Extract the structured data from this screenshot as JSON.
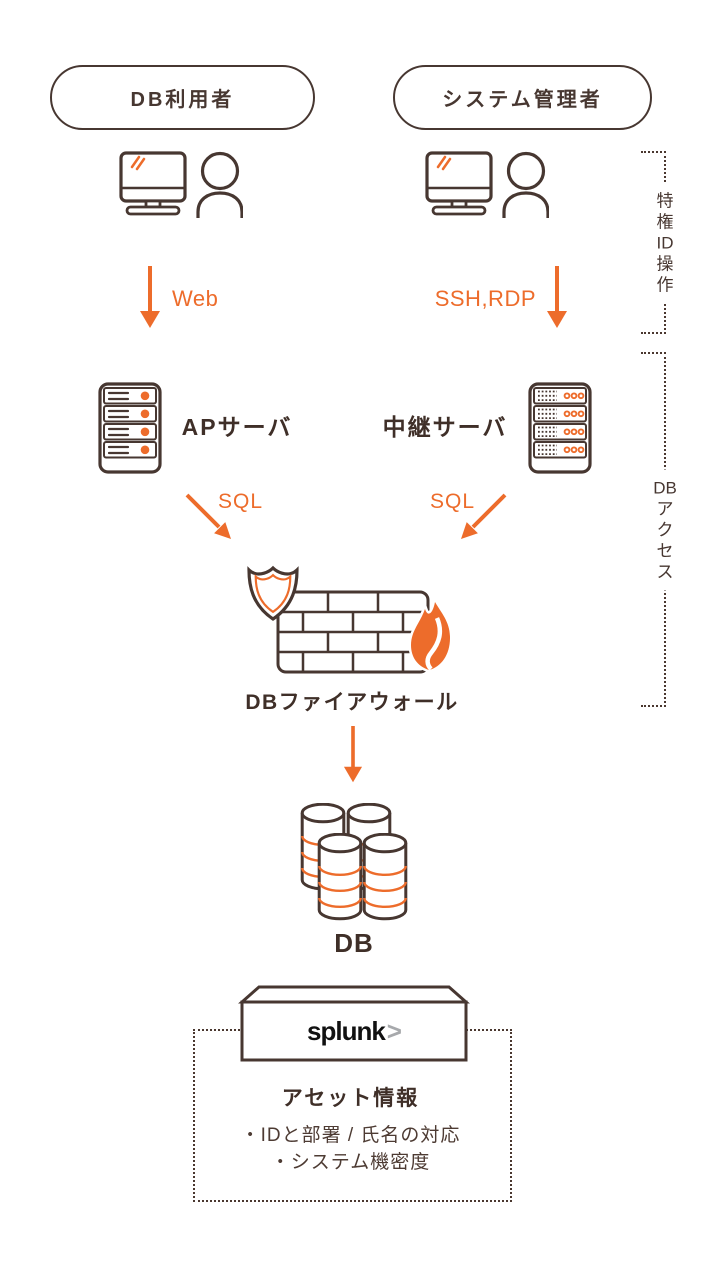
{
  "colors": {
    "line_brown": "#473731",
    "accent_orange": "#ed6c2b",
    "splunk_black": "#111111",
    "splunk_gray": "#a7a9ac"
  },
  "actors": {
    "left": "DB利用者",
    "right": "システム管理者"
  },
  "arrows": {
    "web": "Web",
    "ssh_rdp": "SSH,RDP",
    "sql_left": "SQL",
    "sql_right": "SQL"
  },
  "servers": {
    "ap": "APサーバ",
    "relay": "中継サーバ"
  },
  "firewall": {
    "label": "DBファイアウォール"
  },
  "db": {
    "label": "DB"
  },
  "splunk": {
    "word": "splunk",
    "chevron": ">"
  },
  "asset_box": {
    "title": "アセット情報",
    "items": [
      "・IDと部署 / 氏名の対応",
      "・システム機密度"
    ]
  },
  "side_brackets": {
    "privileged": {
      "label": "特権ID操作",
      "chars": [
        "特",
        "権",
        "ID",
        "操",
        "作"
      ]
    },
    "db_access": {
      "label": "DBアクセス",
      "chars": [
        "DB",
        "ア",
        "ク",
        "セ",
        "ス"
      ]
    }
  }
}
